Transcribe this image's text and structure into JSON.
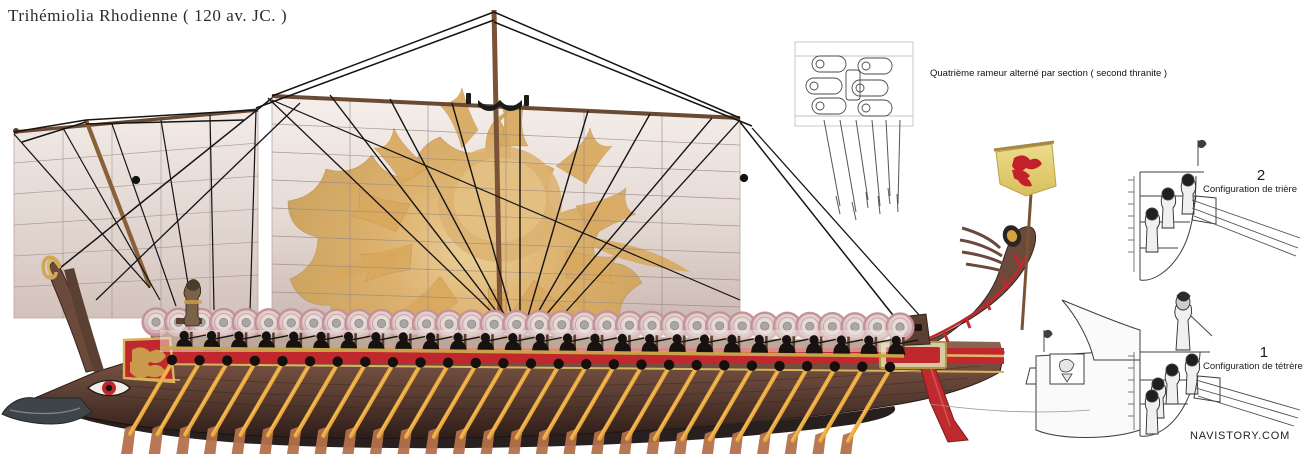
{
  "title": "Trihémiolia Rhodienne ( 120 av. JC. )",
  "annotations": {
    "oarsman_note": "Quatrième rameur alterné par section ( second thranite )"
  },
  "configurations": [
    {
      "number": "2",
      "caption": "Configuration de trière",
      "rowers": 3
    },
    {
      "number": "1",
      "caption": "Configuration de tétrère",
      "rowers": 4
    }
  ],
  "watermark": "NAVISTORY.COM",
  "ship": {
    "name": "Trihemiolia",
    "origin": "Rhodes",
    "date": "120 av. JC.",
    "sails": [
      {
        "name": "artemon-foresail",
        "motif": "none",
        "panel_rows": 6,
        "panel_cols": 5
      },
      {
        "name": "mainsail",
        "motif": "sun-of-helios",
        "panel_rows": 8,
        "panel_cols": 6
      }
    ],
    "shield_count": 34,
    "oar_count": 27,
    "rower_count": 27,
    "banner_emblem": "rose-of-rhodes"
  },
  "colors": {
    "hull_dark": "#3a2520",
    "hull_mid": "#6b4a3c",
    "hull_light": "#8a6450",
    "hull_plank": "#5c3f33",
    "ram_bronze": "#3f4449",
    "oar_gold": "#e8a53a",
    "oar_shaft": "#c98a3c",
    "oar_blade": "#b4714a",
    "red_strake": "#c0282e",
    "red_rudder": "#bf2a2f",
    "gold_trim": "#d8b45c",
    "sail_cloth": "#ece3dd",
    "sail_shade": "#cbb9b3",
    "sun_gold": "#d9a95e",
    "sun_gold_light": "#e8c98d",
    "shield_rim": "#c59098",
    "shield_face": "#e3d5d2",
    "shield_boss": "#a9a6a4",
    "banner_gold": "#e3cf73",
    "banner_red": "#c2202a",
    "rigging": "#141414",
    "mast_wood": "#7a5236",
    "eye_red": "#c1252b",
    "diagram_line": "#4a4a4a",
    "text": "#1a1a1a"
  }
}
